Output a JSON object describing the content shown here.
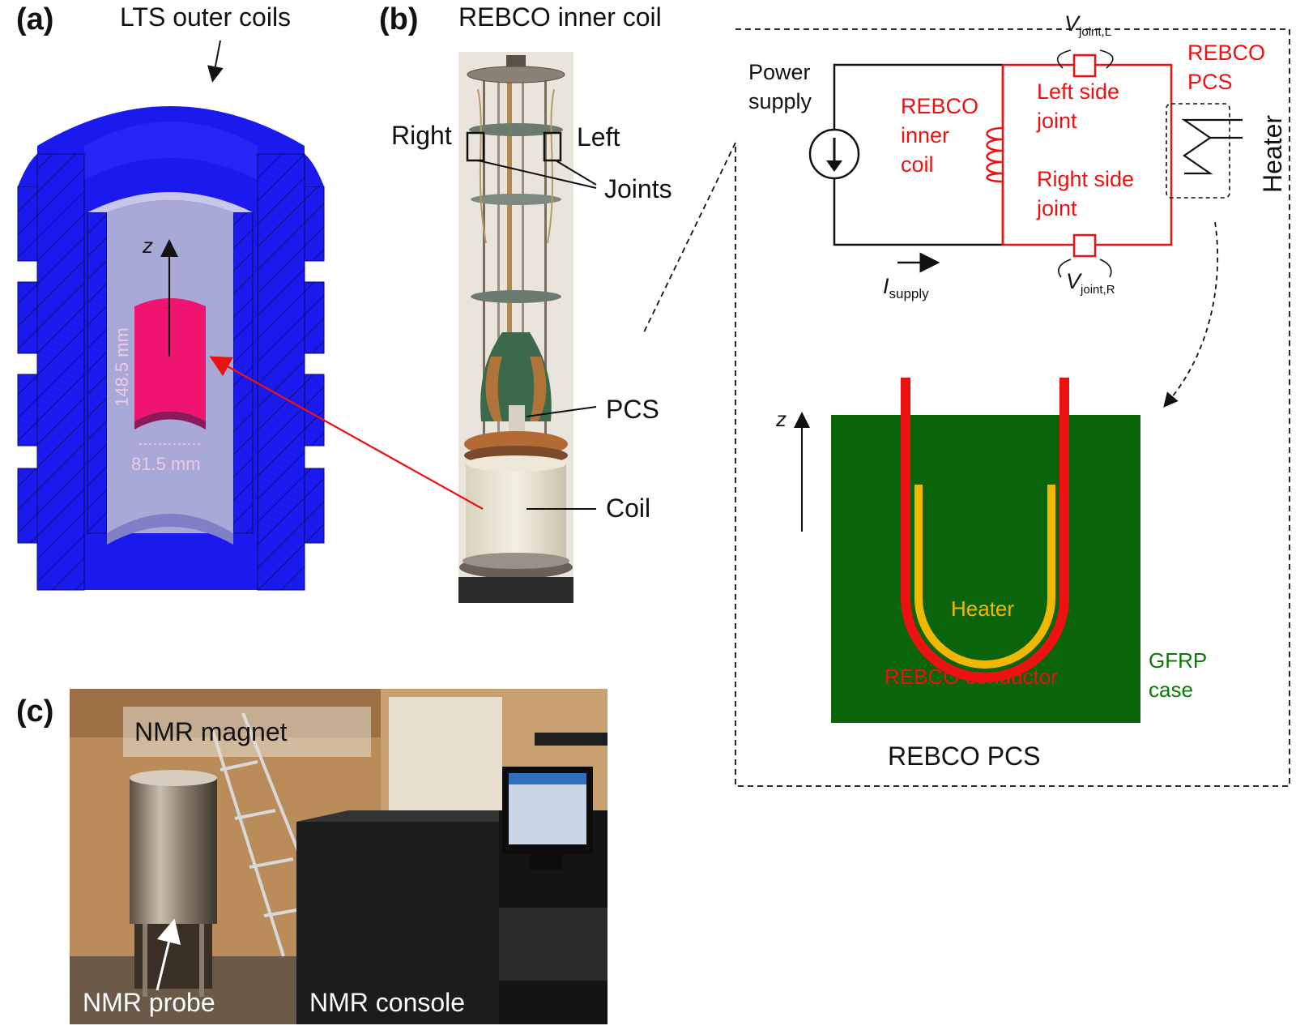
{
  "panel_a": {
    "tag": "(a)",
    "title": "LTS outer coils",
    "axis": "z",
    "height_dim": "148.5 mm",
    "width_dim": "81.5 mm"
  },
  "panel_b": {
    "tag": "(b)",
    "title": "REBCO inner coil",
    "right": "Right",
    "left": "Left",
    "joints": "Joints",
    "pcs": "PCS",
    "coil": "Coil"
  },
  "circuit": {
    "power_supply_1": "Power",
    "power_supply_2": "supply",
    "inner_coil_1": "REBCO",
    "inner_coil_2": "inner",
    "inner_coil_3": "coil",
    "left_joint_1": "Left side",
    "left_joint_2": "joint",
    "right_joint_1": "Right side",
    "right_joint_2": "joint",
    "pcs_1": "REBCO",
    "pcs_2": "PCS",
    "heater": "Heater",
    "v_joint_l_main": "V",
    "v_joint_l_sub": "joint,L",
    "v_joint_r_main": "V",
    "v_joint_r_sub": "joint,R",
    "i_supply_main": "I",
    "i_supply_sub": "supply"
  },
  "pcs_detail": {
    "axis": "z",
    "heater": "Heater",
    "conductor": "REBCO conductor",
    "case_1": "GFRP",
    "case_2": "case",
    "title": "REBCO PCS"
  },
  "panel_c": {
    "tag": "(c)",
    "magnet": "NMR magnet",
    "probe": "NMR probe",
    "console": "NMR console"
  },
  "colors": {
    "coil_blue": "#1a1aee",
    "bore_lavender": "#a9a9d8",
    "inner_coil_pink": "#ee1470",
    "circuit_red": "#ee1111",
    "gfrp_green": "#0a640a",
    "heater_yellow": "#f2b800"
  }
}
